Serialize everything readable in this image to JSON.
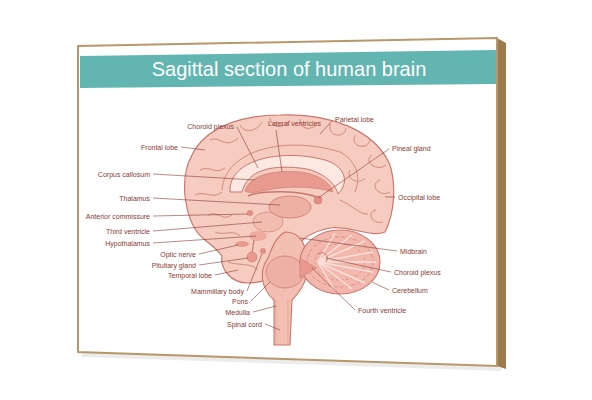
{
  "diagram": {
    "title": "Sagittal section of human brain",
    "labels": [
      "Choroid plexus",
      "Lateral ventricles",
      "Parietal lobe",
      "Frontal lobe",
      "Pineal gland",
      "Corpus callosum",
      "Occipital lobe",
      "Thalamus",
      "Anterior commissure",
      "Third ventricle",
      "Hypothalamus",
      "Optic nerve",
      "Midbrain",
      "Pituitary gland",
      "Choroid plexus",
      "Temporal lobe",
      "Cerebellum",
      "Mammillary body",
      "Pons",
      "Fourth ventricle",
      "Medulla",
      "Spinal cord"
    ]
  }
}
